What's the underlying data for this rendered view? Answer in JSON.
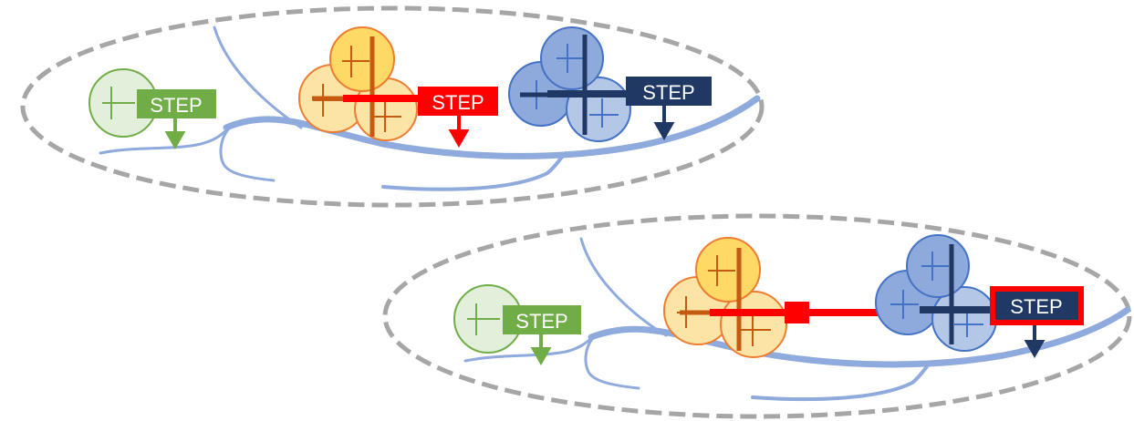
{
  "colors": {
    "green": "#70AD47",
    "green_fill": "#E2EFDA",
    "orange_fill_top": "#FFD966",
    "orange_fill": "#FCE4A6",
    "orange_stroke": "#ED7D31",
    "orange_cross": "#C55A11",
    "red": "#FF0000",
    "blue_fill": "#8EA9DB",
    "blue_fill_light": "#B4C7E7",
    "blue_stroke": "#4472C4",
    "navy": "#203864",
    "river": "#8FAADC",
    "dashed_border": "#A6A6A6"
  },
  "panels": [
    {
      "labels": {
        "green": "STEP",
        "red": "STEP",
        "navy": "STEP"
      }
    },
    {
      "labels": {
        "green": "STEP",
        "navy": "STEP"
      }
    }
  ]
}
